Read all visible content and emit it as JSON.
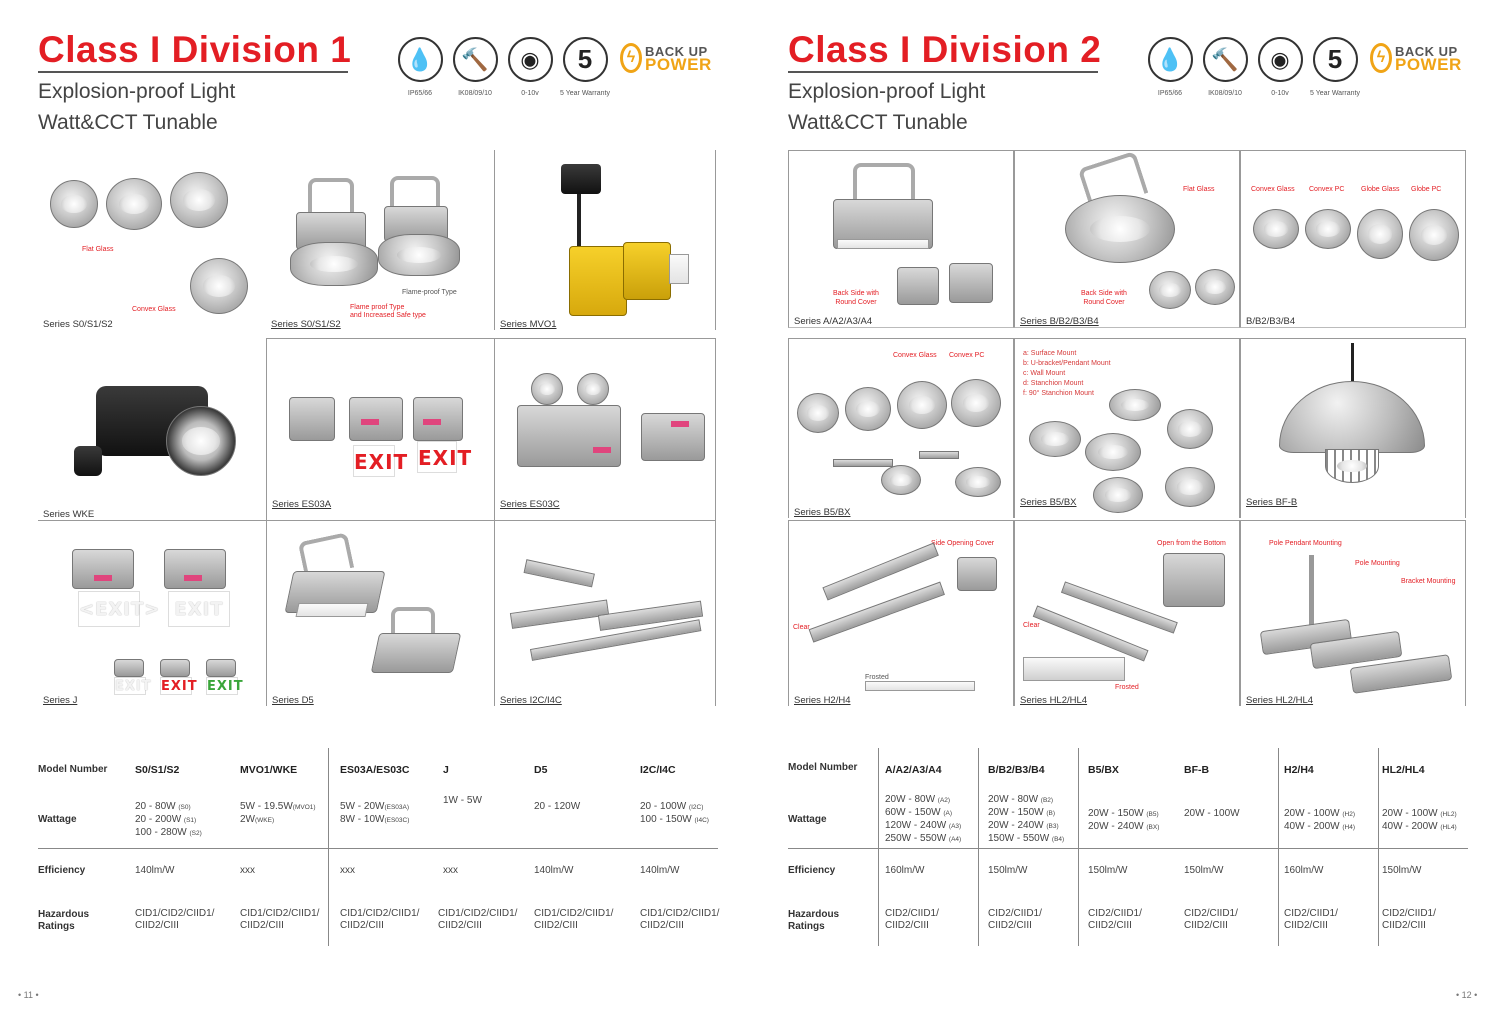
{
  "left": {
    "title": "Class I Division 1",
    "subtitle1": "Explosion-proof Light",
    "subtitle2": "Watt&CCT Tunable",
    "certs": [
      {
        "icon": "water-drop-icon",
        "glyph": "💧",
        "label": "IP65/66"
      },
      {
        "icon": "hammer-icon",
        "glyph": "🔨",
        "label": "IK08/09/10"
      },
      {
        "icon": "dimmer-icon",
        "glyph": "◉",
        "label": "0-10v"
      },
      {
        "icon": "five-year-icon",
        "glyph": "5",
        "label": "5 Year Warranty"
      }
    ],
    "brand_top": "BACK UP",
    "brand_bottom": "POWER",
    "cells": {
      "c1_label": "Series S0/S1/S2",
      "c1_note1": "Flat Glass",
      "c1_note2": "Convex Glass",
      "c2_label": "Series S0/S1/S2",
      "c2_note1": "Flame-proof Type",
      "c2_note2": "Flame proof Type",
      "c2_note3": "and Increased Safe type",
      "c3_label": "Series MVO1",
      "c4_label": "Series WKE",
      "c5_label": "Series ES03A",
      "c5_exit": "EXIT",
      "c6_label": "Series ES03C",
      "c7_label": "Series J",
      "c7_exit": "EXIT",
      "c7_exit_arrows": "<EXIT>",
      "c8_label": "Series D5",
      "c9_label": "Series I2C/I4C"
    },
    "table": {
      "headers": [
        "Model Number",
        "S0/S1/S2",
        "MVO1/WKE",
        "ES03A/ES03C",
        "J",
        "D5",
        "I2C/I4C"
      ],
      "wattage_label": "Wattage",
      "wattage": [
        [
          "20 - 80W",
          "(S0)",
          "20 - 200W",
          "(S1)",
          "100 - 280W",
          "(S2)"
        ],
        [
          "5W - 19.5W",
          "(MVO1)",
          "2W",
          "(WKE)"
        ],
        [
          "5W - 20W",
          "(ES03A)",
          "8W - 10W",
          "(ES03C)"
        ],
        [
          "1W - 5W"
        ],
        [
          "20 - 120W"
        ],
        [
          "20 - 100W",
          "(I2C)",
          "100 - 150W",
          "(I4C)"
        ]
      ],
      "efficiency_label": "Efficiency",
      "efficiency": [
        "140lm/W",
        "xxx",
        "xxx",
        "xxx",
        "140lm/W",
        "140lm/W"
      ],
      "hazard_label1": "Hazardous",
      "hazard_label2": "Ratings",
      "hazard": [
        [
          "CID1/CID2/CIID1/",
          "CIID2/CIII"
        ],
        [
          "CID1/CID2/CIID1/",
          "CIID2/CIII"
        ],
        [
          "CID1/CID2/CIID1/",
          "CIID2/CIII"
        ],
        [
          "CID1/CID2/CIID1/",
          "CIID2/CIII"
        ],
        [
          "CID1/CID2/CIID1/",
          "CIID2/CIII"
        ],
        [
          "CID1/CID2/CIID1/",
          "CIID2/CIII"
        ]
      ]
    },
    "page_num": "• 11 •"
  },
  "right": {
    "title": "Class I Division 2",
    "subtitle1": "Explosion-proof Light",
    "subtitle2": "Watt&CCT Tunable",
    "certs": [
      {
        "icon": "water-drop-icon",
        "glyph": "💧",
        "label": "IP65/66"
      },
      {
        "icon": "hammer-icon",
        "glyph": "🔨",
        "label": "IK08/09/10"
      },
      {
        "icon": "dimmer-icon",
        "glyph": "◉",
        "label": "0-10v"
      },
      {
        "icon": "five-year-icon",
        "glyph": "5",
        "label": "5 Year Warranty"
      }
    ],
    "brand_top": "BACK UP",
    "brand_bottom": "POWER",
    "cells": {
      "c1_label": "Series A/A2/A3/A4",
      "c1_note": "Back Side with\nRound Cover",
      "c2_label": "Series B/B2/B3/B4",
      "c2_note1": "Flat Glass",
      "c2_note2": "Back Side with\nRound Cover",
      "c3_label": "B/B2/B3/B4",
      "c3_notes": [
        "Convex Glass",
        "Convex PC",
        "Globe Glass",
        "Globe PC"
      ],
      "c4_label": "Series B5/BX",
      "c4_notes": [
        "Convex Glass",
        "Convex PC"
      ],
      "c5_label": "Series B5/BX",
      "c5_list": [
        "a: Surface Mount",
        "b: U-bracket/Pendant Mount",
        "c: Wall Mount",
        "d: Stanchion Mount",
        "f: 90° Stanchion Mount"
      ],
      "c6_label": "Series BF-B",
      "c7_label": "Series H2/H4",
      "c7_note1": "Side Opening Cover",
      "c7_note2": "Clear",
      "c7_note3": "Frosted",
      "c8_label": "Series HL2/HL4",
      "c8_note1": "Open from the Bottom",
      "c8_note2": "Clear",
      "c8_note3": "Frosted",
      "c9_label": "Series HL2/HL4",
      "c9_notes": [
        "Pole Pendant Mounting",
        "Pole Mounting",
        "Bracket Mounting"
      ]
    },
    "table": {
      "headers": [
        "Model Number",
        "A/A2/A3/A4",
        "B/B2/B3/B4",
        "B5/BX",
        "BF-B",
        "H2/H4",
        "HL2/HL4"
      ],
      "wattage_label": "Wattage",
      "wattage": [
        [
          "20W - 80W",
          "(A2)",
          "60W - 150W",
          "(A)",
          "120W - 240W",
          "(A3)",
          "250W - 550W",
          "(A4)"
        ],
        [
          "20W - 80W",
          "(B2)",
          "20W - 150W",
          "(B)",
          "20W - 240W",
          "(B3)",
          "150W - 550W",
          "(B4)"
        ],
        [
          "20W - 150W",
          "(B5)",
          "20W - 240W",
          "(BX)"
        ],
        [
          "20W - 100W"
        ],
        [
          "20W - 100W",
          "(H2)",
          "40W - 200W",
          "(H4)"
        ],
        [
          "20W - 100W",
          "(HL2)",
          "40W - 200W",
          "(HL4)"
        ]
      ],
      "efficiency_label": "Efficiency",
      "efficiency": [
        "160lm/W",
        "150lm/W",
        "150lm/W",
        "150lm/W",
        "160lm/W",
        "150lm/W"
      ],
      "hazard_label1": "Hazardous",
      "hazard_label2": "Ratings",
      "hazard": [
        [
          "CID2/CIID1/",
          "CIID2/CIII"
        ],
        [
          "CID2/CIID1/",
          "CIID2/CIII"
        ],
        [
          "CID2/CIID1/",
          "CIID2/CIII"
        ],
        [
          "CID2/CIID1/",
          "CIID2/CIII"
        ],
        [
          "CID2/CIID1/",
          "CIID2/CIII"
        ],
        [
          "CID2/CIID1/",
          "CIID2/CIII"
        ]
      ]
    },
    "page_num": "• 12 •"
  }
}
